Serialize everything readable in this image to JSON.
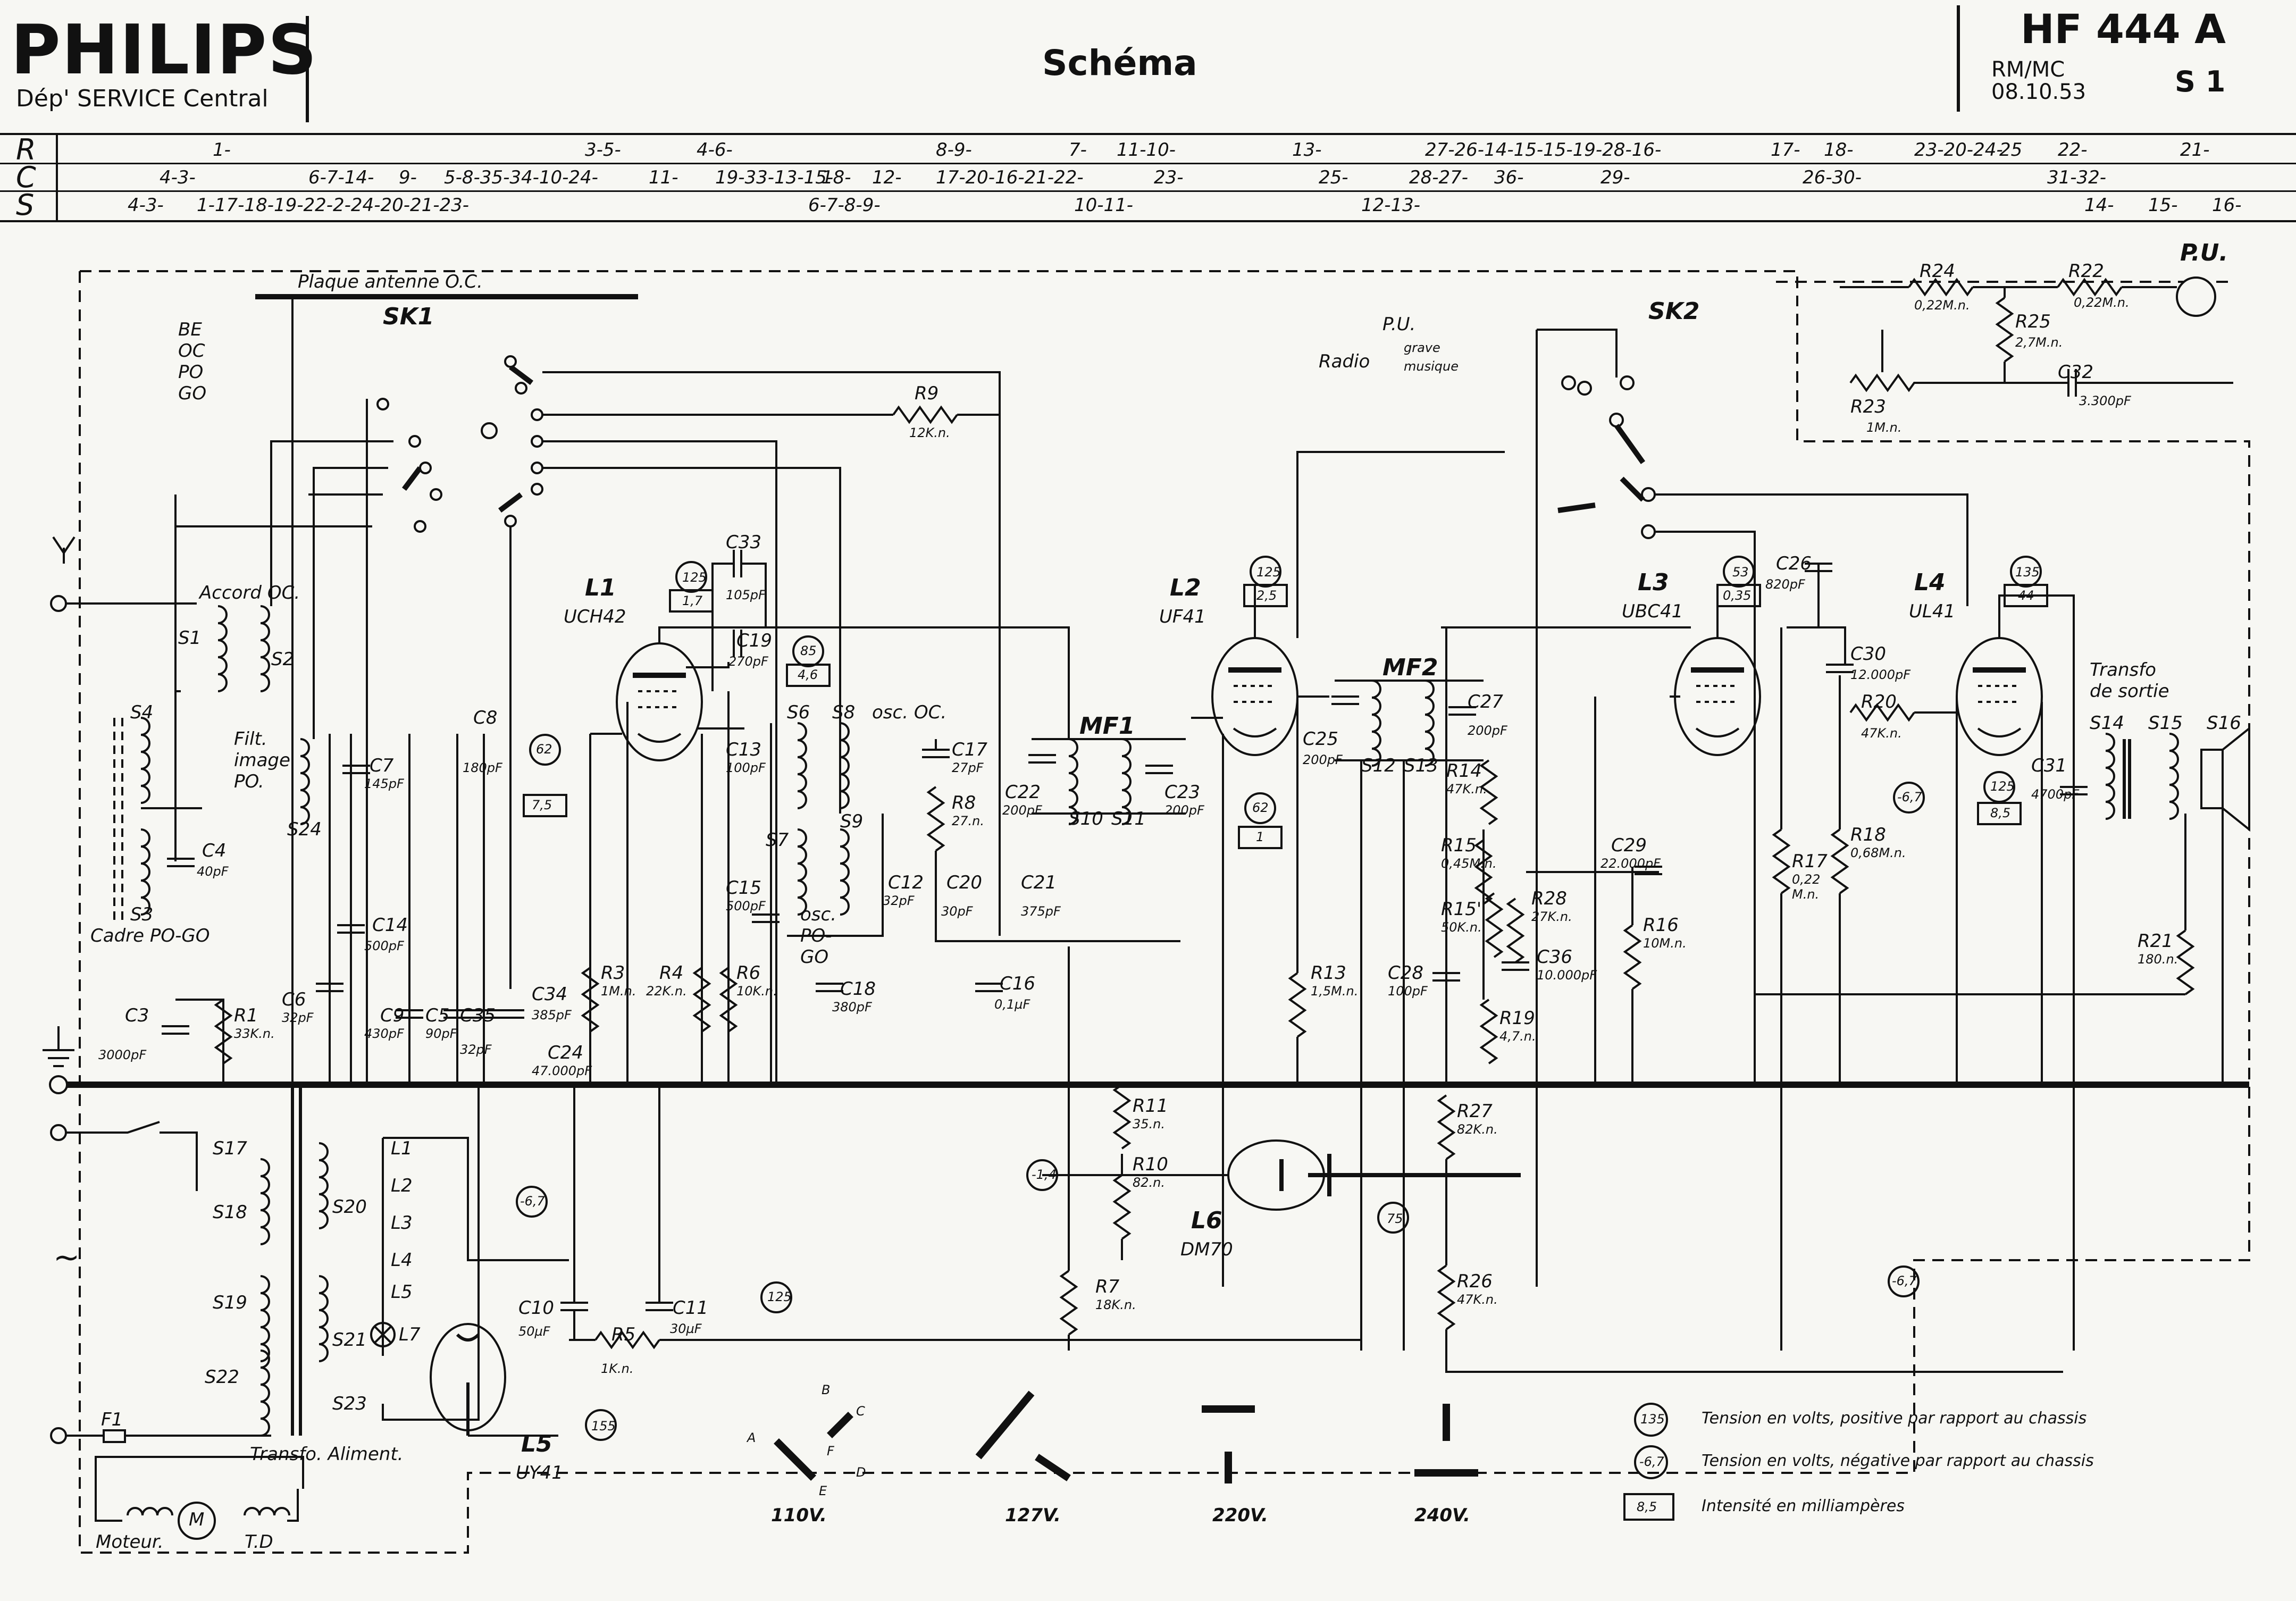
{
  "header": {
    "brand": "PHILIPS",
    "department": "Dép' SERVICE Central",
    "title": "Schéma",
    "model": "HF 444 A",
    "rm_mc": "RM/MC",
    "date": "08.10.53",
    "sheet": "S 1"
  },
  "ref_rows": [
    {
      "key": "R",
      "cells": [
        "1-",
        "3-5-",
        "4-6-",
        "8-9-",
        "7-",
        "11-10-",
        "13-",
        "27-26-14-15-15-19-28-16-",
        "17-",
        "18-",
        "23-20-24-",
        "25",
        "22-",
        "21-"
      ]
    },
    {
      "key": "C",
      "cells": [
        "4-3-",
        "6-7-14-",
        "9-",
        "5-8-35-34-10-24-",
        "11-",
        "19-33-13-15-",
        "18-",
        "12-",
        "17-20-16-21-22-",
        "23-",
        "25-",
        "28-27-",
        "36-",
        "29-",
        "26-30-",
        "31-32-"
      ]
    },
    {
      "key": "S",
      "cells": [
        "4-3-",
        "1-17-18-19-22-2-24-20-21-23-",
        "6-7-8-9-",
        "10-11-",
        "12-13-",
        "14-",
        "15-",
        "16-"
      ]
    }
  ],
  "tubes": [
    {
      "ref": "L1",
      "type": "UCH42",
      "voltage": "125",
      "current": "1,7"
    },
    {
      "ref": "L2",
      "type": "UF41",
      "voltage": "125",
      "current": "2,5"
    },
    {
      "ref": "L3",
      "type": "UBC41",
      "voltage": "53",
      "current": "0,35"
    },
    {
      "ref": "L4",
      "type": "UL41",
      "voltage": "135",
      "current": "44"
    },
    {
      "ref": "L5",
      "type": "UY41",
      "voltage": "155"
    },
    {
      "ref": "L6",
      "type": "DM70",
      "voltage": "75"
    }
  ],
  "labels": {
    "antenna_plate": "Plaque antenne O.C.",
    "sk1": "SK1",
    "sk2": "SK2",
    "bands": [
      "BE",
      "OC",
      "PO",
      "GO"
    ],
    "accord": "Accord OC.",
    "filt_image": "Filt. image PO.",
    "cadre": "Cadre PO-GO",
    "osc_oc": "osc. OC.",
    "osc_pogo": "osc. PO-GO",
    "mf1": "MF1",
    "mf2": "MF2",
    "pu_top": "P.U.",
    "pu_switch": "P.U.",
    "radio": "Radio",
    "grave": "grave",
    "musique": "musique",
    "transfo_sortie": "Transfo de sortie",
    "transfo_aliment": "Transfo. Aliment.",
    "moteur": "Moteur.",
    "td": "T.D",
    "m": "M",
    "f1": "F1",
    "s14": "S14",
    "s15": "S15",
    "s16": "S16",
    "ac_symbol": "~"
  },
  "components": [
    {
      "ref": "R1",
      "value": "33K.n."
    },
    {
      "ref": "R3",
      "value": "1M.n."
    },
    {
      "ref": "R4",
      "value": "22K.n."
    },
    {
      "ref": "R5",
      "value": "1K.n."
    },
    {
      "ref": "R6",
      "value": "10K.n."
    },
    {
      "ref": "R7",
      "value": "18K.n."
    },
    {
      "ref": "R8",
      "value": "27.n."
    },
    {
      "ref": "R9",
      "value": "12K.n."
    },
    {
      "ref": "R10",
      "value": "82.n."
    },
    {
      "ref": "R11",
      "value": "35.n."
    },
    {
      "ref": "R13",
      "value": "1,5M.n."
    },
    {
      "ref": "R14",
      "value": "47K.n."
    },
    {
      "ref": "R15",
      "value": "0,45M.n."
    },
    {
      "ref": "R15'",
      "value": "50K.n."
    },
    {
      "ref": "R16",
      "value": "10M.n."
    },
    {
      "ref": "R17",
      "value": "0,22 M.n."
    },
    {
      "ref": "R18",
      "value": "0,68M.n."
    },
    {
      "ref": "R19",
      "value": "4,7.n."
    },
    {
      "ref": "R20",
      "value": "47K.n."
    },
    {
      "ref": "R21",
      "value": "180.n."
    },
    {
      "ref": "R22",
      "value": "0,22M.n."
    },
    {
      "ref": "R23",
      "value": "1M.n."
    },
    {
      "ref": "R24",
      "value": "0,22M.n."
    },
    {
      "ref": "R25",
      "value": "2,7M.n."
    },
    {
      "ref": "R26",
      "value": "47K.n."
    },
    {
      "ref": "R27",
      "value": "82K.n."
    },
    {
      "ref": "R28",
      "value": "27K.n."
    },
    {
      "ref": "C3",
      "value": "3000pF"
    },
    {
      "ref": "C4",
      "value": "40pF"
    },
    {
      "ref": "C5",
      "value": "90pF"
    },
    {
      "ref": "C6",
      "value": "32pF"
    },
    {
      "ref": "C7",
      "value": "145pF"
    },
    {
      "ref": "C8",
      "value": "180pF"
    },
    {
      "ref": "C9",
      "value": "430pF"
    },
    {
      "ref": "C10",
      "value": "50µF"
    },
    {
      "ref": "C11",
      "value": "30µF"
    },
    {
      "ref": "C12",
      "value": "32pF"
    },
    {
      "ref": "C13",
      "value": "100pF"
    },
    {
      "ref": "C14",
      "value": "500pF"
    },
    {
      "ref": "C15",
      "value": "500pF"
    },
    {
      "ref": "C16",
      "value": "0,1µF"
    },
    {
      "ref": "C17",
      "value": "27pF"
    },
    {
      "ref": "C18",
      "value": "380pF"
    },
    {
      "ref": "C19",
      "value": "270pF"
    },
    {
      "ref": "C20",
      "value": "30pF"
    },
    {
      "ref": "C21",
      "value": "375pF"
    },
    {
      "ref": "C22",
      "value": "200pF"
    },
    {
      "ref": "C23",
      "value": "200pF"
    },
    {
      "ref": "C24",
      "value": "47.000pF"
    },
    {
      "ref": "C25",
      "value": "200pF"
    },
    {
      "ref": "C26",
      "value": "820pF"
    },
    {
      "ref": "C27",
      "value": "200pF"
    },
    {
      "ref": "C28",
      "value": "100pF"
    },
    {
      "ref": "C29",
      "value": "22.000pF"
    },
    {
      "ref": "C30",
      "value": "12.000pF"
    },
    {
      "ref": "C31",
      "value": "4700pF"
    },
    {
      "ref": "C32",
      "value": "3.300pF"
    },
    {
      "ref": "C33",
      "value": "105pF"
    },
    {
      "ref": "C34",
      "value": "385pF"
    },
    {
      "ref": "C35",
      "value": "32pF"
    },
    {
      "ref": "C36",
      "value": "10.000pF"
    }
  ],
  "coils": [
    "S1",
    "S2",
    "S3",
    "S4",
    "S6",
    "S7",
    "S8",
    "S9",
    "S10",
    "S11",
    "S12",
    "S13",
    "S17",
    "S18",
    "S19",
    "S20",
    "S21",
    "S22",
    "S23",
    "S24",
    "L1",
    "L2",
    "L3",
    "L4",
    "L5",
    "L7"
  ],
  "voltage_marks": [
    "62",
    "7,5",
    "85",
    "4,6",
    "62",
    "1",
    "-6,7",
    "-6,7",
    "-1,4",
    "-6,7",
    "125",
    "155",
    "125",
    "8,5"
  ],
  "mains_settings": [
    "110V.",
    "127V.",
    "220V.",
    "240V."
  ],
  "mains_taps": [
    "A",
    "B",
    "C",
    "D",
    "E",
    "F"
  ],
  "legend": [
    {
      "symbol": "135",
      "text": "Tension en volts, positive par rapport au chassis"
    },
    {
      "symbol": "-6,7",
      "text": "Tension en volts, négative par rapport au chassis"
    },
    {
      "symbol": "8,5",
      "text": "Intensité en milliampères"
    }
  ]
}
